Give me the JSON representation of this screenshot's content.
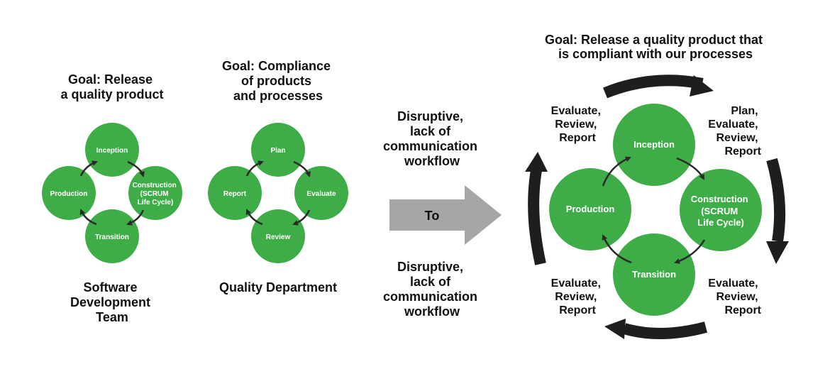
{
  "dev_team": {
    "goal": [
      "Goal: Release",
      "a quality product"
    ],
    "team": [
      "Software",
      "Development",
      "Team"
    ],
    "nodes": {
      "inception": [
        "Inception"
      ],
      "construction": [
        "Construction",
        "(SCRUM",
        "Life Cycle)"
      ],
      "transition": [
        "Transition"
      ],
      "production": [
        "Production"
      ]
    }
  },
  "quality_dept": {
    "goal": [
      "Goal: Compliance",
      "of products",
      "and processes"
    ],
    "team": [
      "Quality Department"
    ],
    "nodes": {
      "plan": [
        "Plan"
      ],
      "evaluate": [
        "Evaluate"
      ],
      "review": [
        "Review"
      ],
      "report": [
        "Report"
      ]
    }
  },
  "middle": {
    "top_text": [
      "Disruptive,",
      "lack of",
      "communication",
      "workflow"
    ],
    "arrow_label": "To",
    "bottom_text": [
      "Disruptive,",
      "lack of",
      "communication",
      "workflow"
    ]
  },
  "combined": {
    "goal": [
      "Goal: Release a quality product that",
      "is compliant with our processes"
    ],
    "nodes": {
      "inception": [
        "Inception"
      ],
      "construction": [
        "Construction",
        "(SCRUM",
        "Life Cycle)"
      ],
      "transition": [
        "Transition"
      ],
      "production": [
        "Production"
      ]
    },
    "side_labels": {
      "top_left": [
        "Evaluate,",
        "Review,",
        "Report"
      ],
      "top_right": [
        "Plan,",
        "Evaluate,",
        "Review,",
        "Report"
      ],
      "bottom_left": [
        "Evaluate,",
        "Review,",
        "Report"
      ],
      "bottom_right": [
        "Evaluate,",
        "Review,",
        "Report"
      ]
    }
  },
  "colors": {
    "node_green": "#3fad47",
    "arrow_gray": "#a6a6a6",
    "arrow_dark": "#1e1e1e"
  }
}
